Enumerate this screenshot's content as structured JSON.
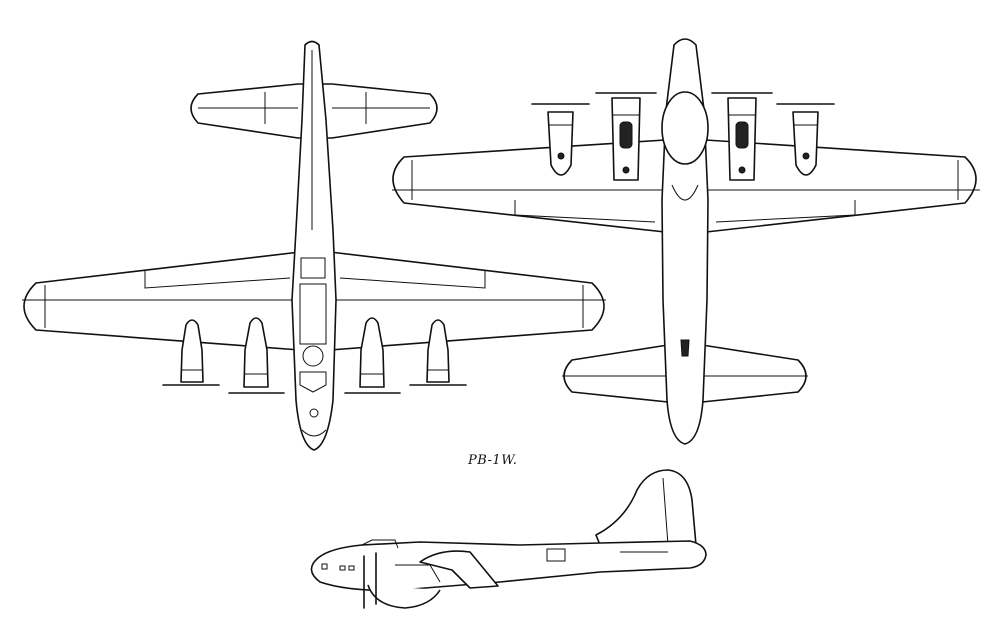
{
  "caption": "PB-1W.",
  "views": {
    "top": "top-view",
    "bottom": "bottom-view",
    "side": "side-view"
  }
}
